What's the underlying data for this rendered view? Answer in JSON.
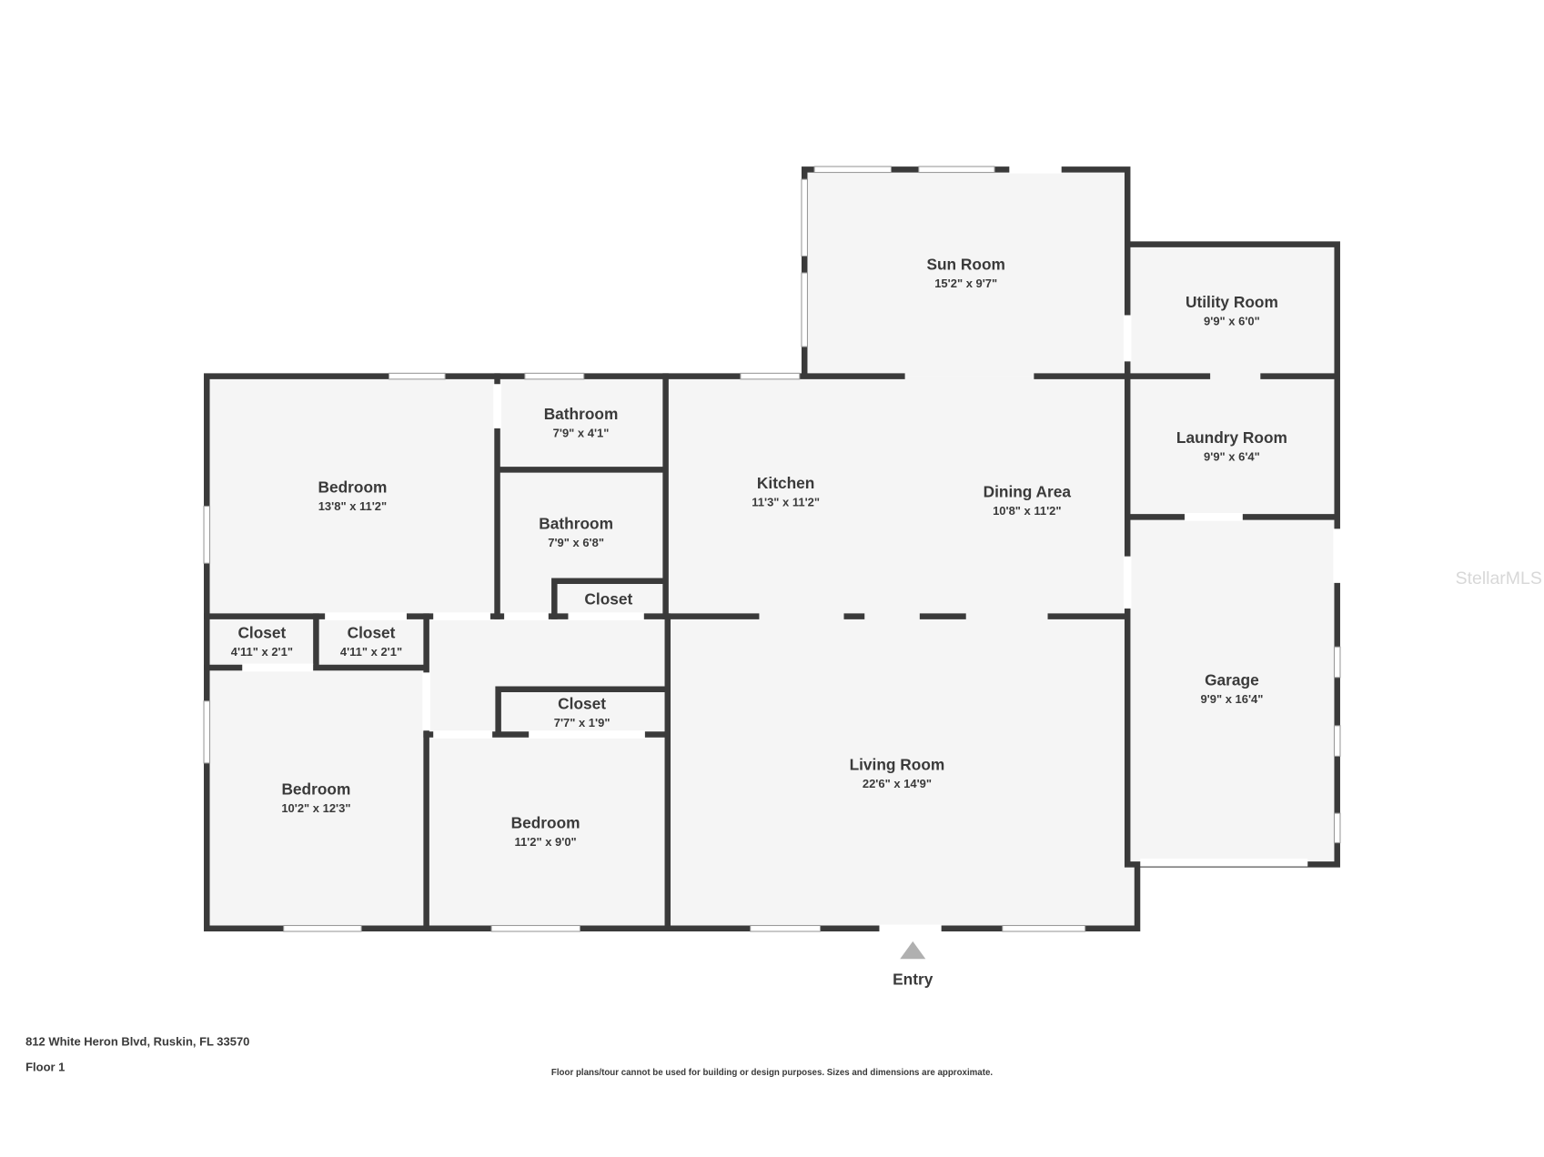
{
  "rooms": {
    "sun_room": {
      "name": "Sun Room",
      "size": "15'2\" x 9'7\""
    },
    "utility_room": {
      "name": "Utility Room",
      "size": "9'9\" x 6'0\""
    },
    "laundry_room": {
      "name": "Laundry Room",
      "size": "9'9\" x 6'4\""
    },
    "garage": {
      "name": "Garage",
      "size": "9'9\" x 16'4\""
    },
    "kitchen": {
      "name": "Kitchen",
      "size": "11'3\" x 11'2\""
    },
    "dining_area": {
      "name": "Dining Area",
      "size": "10'8\" x 11'2\""
    },
    "living_room": {
      "name": "Living Room",
      "size": "22'6\" x 14'9\""
    },
    "bedroom_1": {
      "name": "Bedroom",
      "size": "13'8\" x 11'2\""
    },
    "bathroom_1": {
      "name": "Bathroom",
      "size": "7'9\" x 4'1\""
    },
    "bathroom_2": {
      "name": "Bathroom",
      "size": "7'9\" x 6'8\""
    },
    "closet_bath": {
      "name": "Closet"
    },
    "closet_1": {
      "name": "Closet",
      "size": "4'11\" x 2'1\""
    },
    "closet_2": {
      "name": "Closet",
      "size": "4'11\" x 2'1\""
    },
    "closet_3": {
      "name": "Closet",
      "size": "7'7\" x 1'9\""
    },
    "bedroom_2": {
      "name": "Bedroom",
      "size": "10'2\" x 12'3\""
    },
    "bedroom_3": {
      "name": "Bedroom",
      "size": "11'2\" x 9'0\""
    }
  },
  "entry_label": "Entry",
  "address": "812 White Heron Blvd, Ruskin, FL 33570",
  "floor": "Floor 1",
  "disclaimer": "Floor plans/tour cannot be used for building or design purposes. Sizes and dimensions are approximate.",
  "watermark": "StellarMLS",
  "colors": {
    "wall": "#3a3a3a",
    "floor": "#f5f5f5"
  }
}
